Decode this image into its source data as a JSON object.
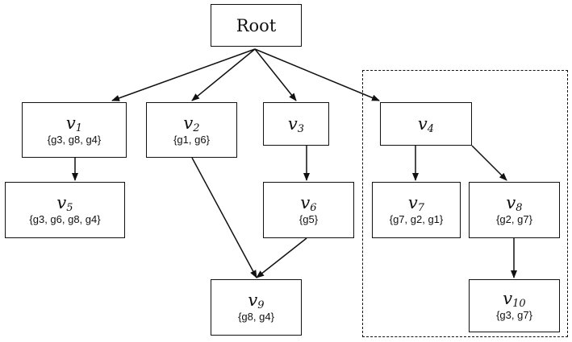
{
  "diagram": {
    "nodes": [
      {
        "id": "root",
        "base": "Root",
        "sub": "",
        "genes": ""
      },
      {
        "id": "v1",
        "base": "v",
        "sub": "1",
        "genes": "{g3, g8, g4}"
      },
      {
        "id": "v2",
        "base": "v",
        "sub": "2",
        "genes": "{g1, g6}"
      },
      {
        "id": "v3",
        "base": "v",
        "sub": "3",
        "genes": ""
      },
      {
        "id": "v4",
        "base": "v",
        "sub": "4",
        "genes": ""
      },
      {
        "id": "v5",
        "base": "v",
        "sub": "5",
        "genes": "{g3, g6, g8, g4}"
      },
      {
        "id": "v6",
        "base": "v",
        "sub": "6",
        "genes": "{g5}"
      },
      {
        "id": "v7",
        "base": "v",
        "sub": "7",
        "genes": "{g7, g2, g1}"
      },
      {
        "id": "v8",
        "base": "v",
        "sub": "8",
        "genes": "{g2, g7}"
      },
      {
        "id": "v9",
        "base": "v",
        "sub": "9",
        "genes": "{g8, g4}"
      },
      {
        "id": "v10",
        "base": "v",
        "sub": "10",
        "genes": "{g3, g7}"
      }
    ],
    "edges": [
      {
        "from": "root",
        "to": "v1"
      },
      {
        "from": "root",
        "to": "v2"
      },
      {
        "from": "root",
        "to": "v3"
      },
      {
        "from": "root",
        "to": "v4"
      },
      {
        "from": "v1",
        "to": "v5"
      },
      {
        "from": "v3",
        "to": "v6"
      },
      {
        "from": "v2",
        "to": "v9"
      },
      {
        "from": "v6",
        "to": "v9"
      },
      {
        "from": "v4",
        "to": "v7"
      },
      {
        "from": "v4",
        "to": "v8"
      },
      {
        "from": "v8",
        "to": "v10"
      }
    ],
    "group": [
      "v4",
      "v7",
      "v8",
      "v10"
    ],
    "line_color": "#111111"
  }
}
